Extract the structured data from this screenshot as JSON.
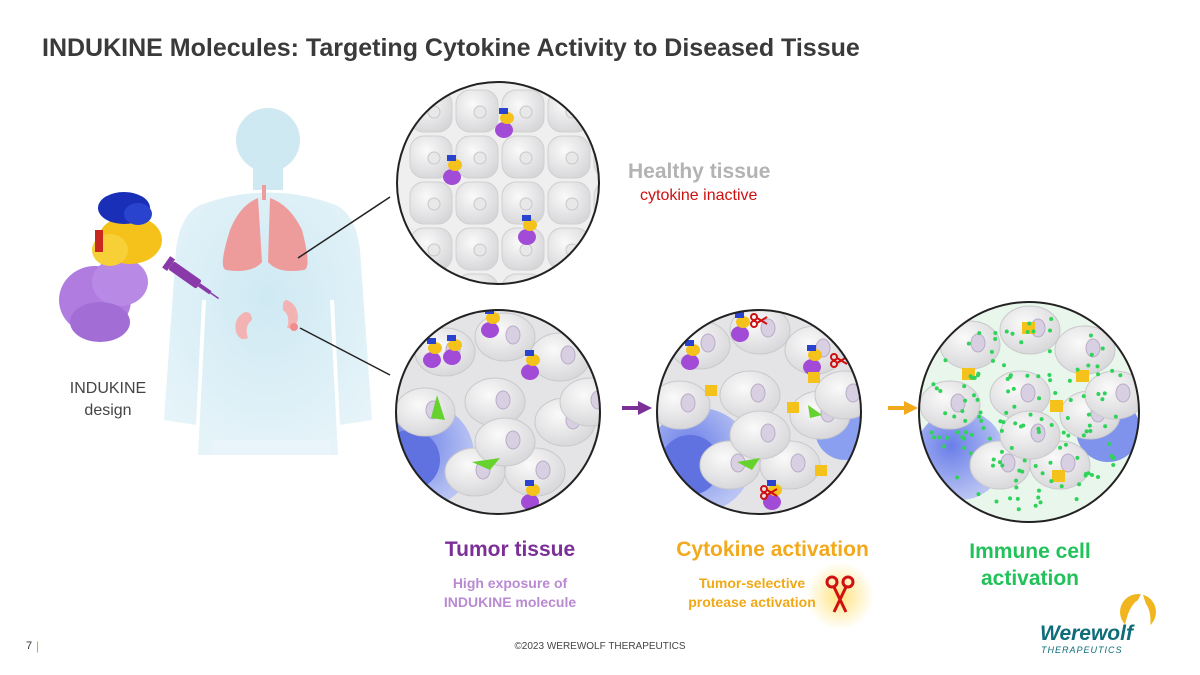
{
  "slide": {
    "title": "INDUKINE Molecules: Targeting Cytokine Activity to Diseased Tissue",
    "page_number": "7",
    "page_separator": "|",
    "copyright": "©2023 WEREWOLF THERAPEUTICS"
  },
  "healthy": {
    "title": "Healthy tissue",
    "subtitle": "cytokine inactive"
  },
  "design": {
    "label_line1": "INDUKINE",
    "label_line2": "design"
  },
  "tumor": {
    "title": "Tumor tissue",
    "subtitle_line1": "High exposure of",
    "subtitle_line2": "INDUKINE molecule"
  },
  "activation": {
    "title": "Cytokine activation",
    "subtitle_line1": "Tumor-selective",
    "subtitle_line2": "protease activation"
  },
  "immune": {
    "title_line1": "Immune cell",
    "title_line2": "activation"
  },
  "logo": {
    "name": "Werewolf",
    "tagline": "THERAPEUTICS"
  },
  "colors": {
    "title": "#3a3a3a",
    "tumor": "#7b2f97",
    "tumor_light": "#b98ad1",
    "activation": "#f2a91c",
    "immune": "#22c25a",
    "inactive": "#cc1010",
    "healthy_gray": "#b3b3b3",
    "body_silhouette": "#cfe9f3",
    "brand": "#0f6d7a"
  },
  "icons": [
    "syringe-icon",
    "scissors-icon",
    "arrow-right-icon",
    "wolf-logo-icon"
  ]
}
